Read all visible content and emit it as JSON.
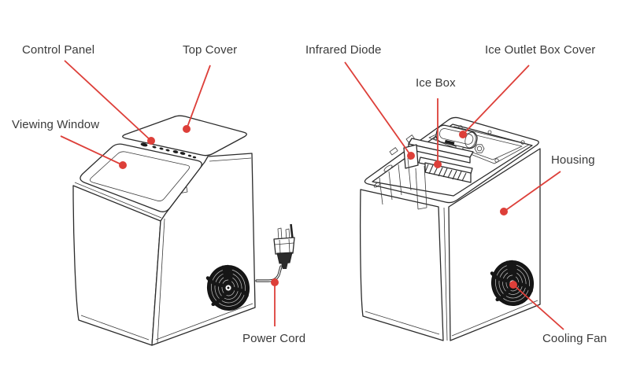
{
  "diagram": {
    "subject": "Countertop ice maker parts diagram",
    "colors": {
      "line": "#2b2b2b",
      "leader": "#dd3f39",
      "label_text": "#3a3a3a",
      "background": "#ffffff"
    },
    "views": [
      {
        "id": "exterior-view",
        "description": "Ice maker exterior, closed top cover, power cord and plug"
      },
      {
        "id": "interior-view",
        "description": "Ice maker with top cover removed showing interior parts"
      }
    ],
    "labels": [
      {
        "id": "control-panel",
        "text": "Control Panel"
      },
      {
        "id": "top-cover",
        "text": "Top Cover"
      },
      {
        "id": "viewing-window",
        "text": "Viewing Window"
      },
      {
        "id": "infrared-diode",
        "text": "Infrared Diode"
      },
      {
        "id": "ice-box",
        "text": "Ice Box"
      },
      {
        "id": "ice-outlet-box-cover",
        "text": "Ice Outlet Box Cover"
      },
      {
        "id": "housing",
        "text": "Housing"
      },
      {
        "id": "power-cord",
        "text": "Power Cord"
      },
      {
        "id": "cooling-fan",
        "text": "Cooling Fan"
      }
    ]
  }
}
